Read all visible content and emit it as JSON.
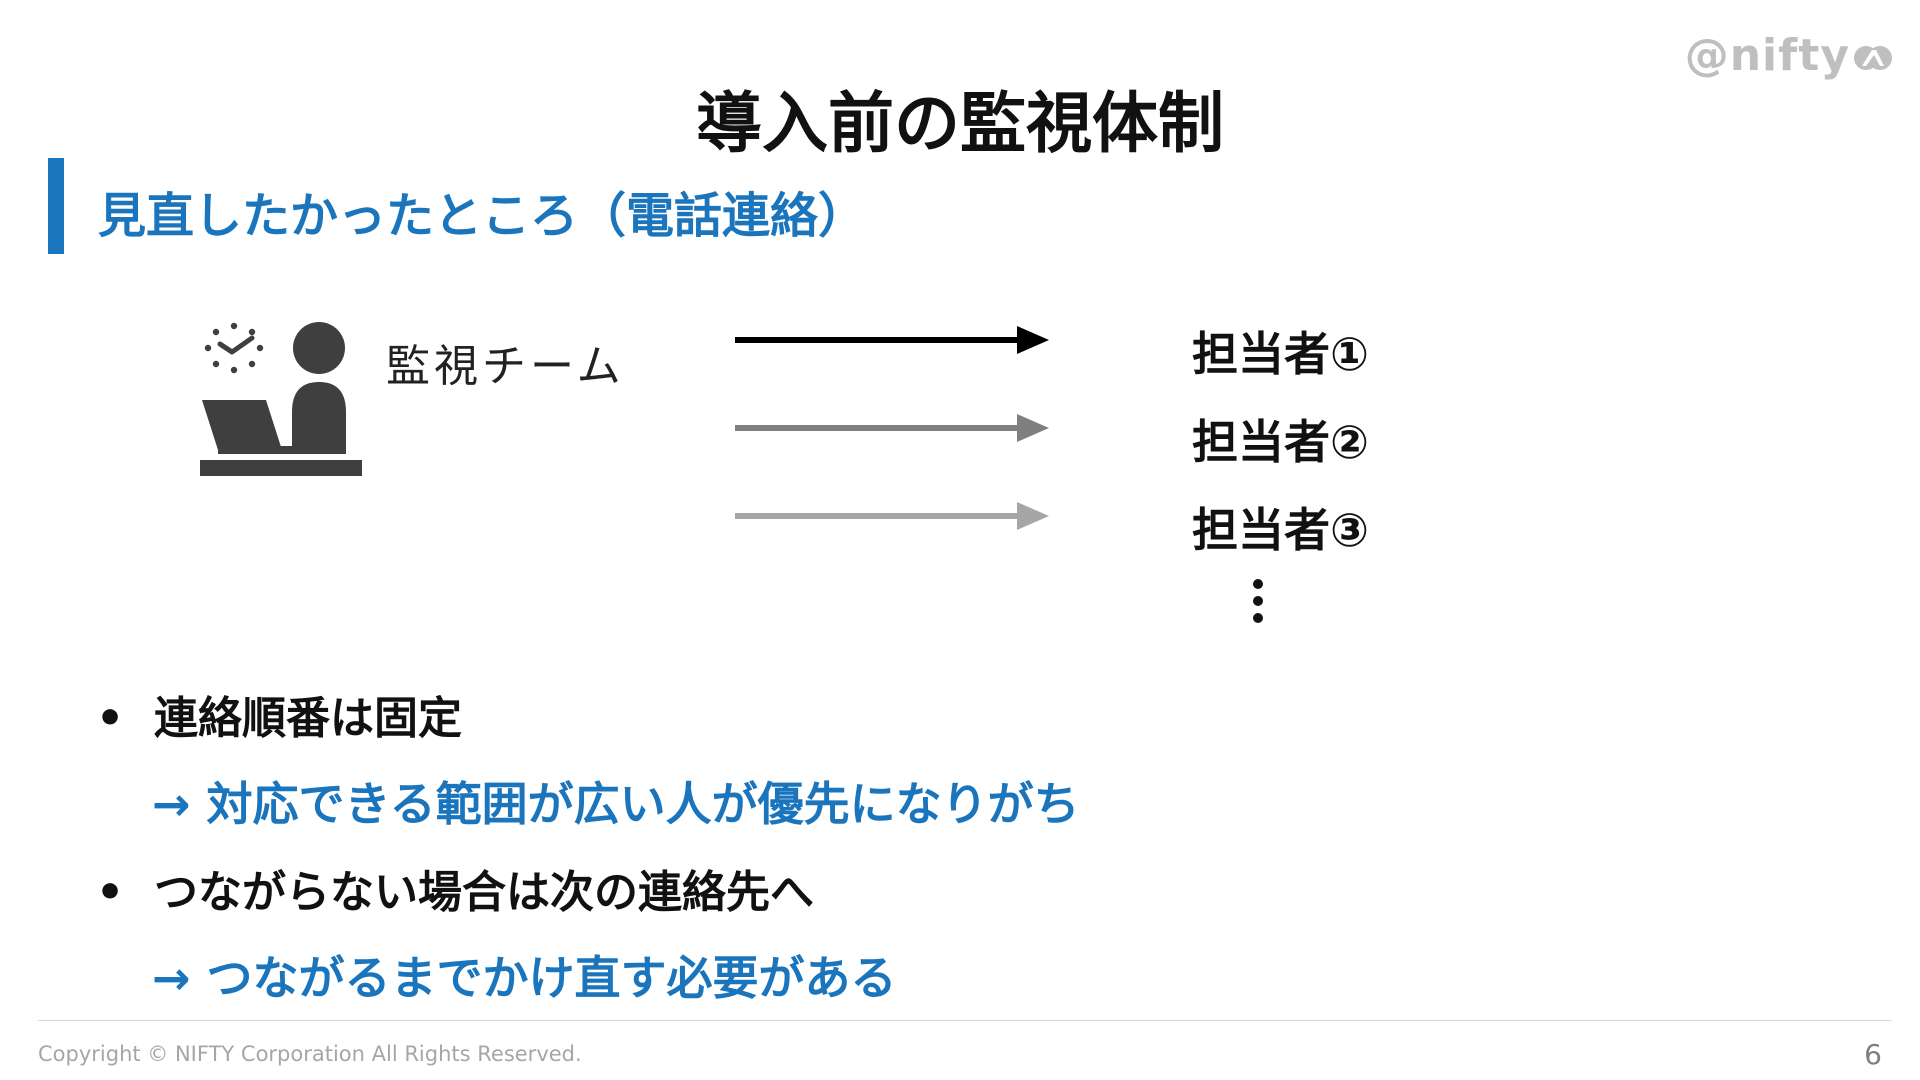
{
  "brand": {
    "logo_text": "@nifty",
    "accent_color": "#1b75bc",
    "text_color": "#111111"
  },
  "slide": {
    "title": "導入前の監視体制",
    "subtitle": "見直したかったところ（電話連絡）",
    "team_label": "監視チーム",
    "team_icon": "monitoring-team-icon",
    "arrow_colors": [
      "#000000",
      "#7f7f7f",
      "#a6a6a6"
    ],
    "people": [
      "担当者①",
      "担当者②",
      "担当者③"
    ],
    "more_indicator_icon": "vertical-ellipsis-icon",
    "bullets": [
      {
        "marker": "•",
        "text": "連絡順番は固定",
        "consequence": "→ 対応できる範囲が広い人が優先になりがち"
      },
      {
        "marker": "•",
        "text": "つながらない場合は次の連絡先へ",
        "consequence": "→ つながるまでかけ直す必要がある"
      }
    ]
  },
  "footer": {
    "copyright": "Copyright © NIFTY Corporation All Rights Reserved.",
    "page_number": "6"
  }
}
